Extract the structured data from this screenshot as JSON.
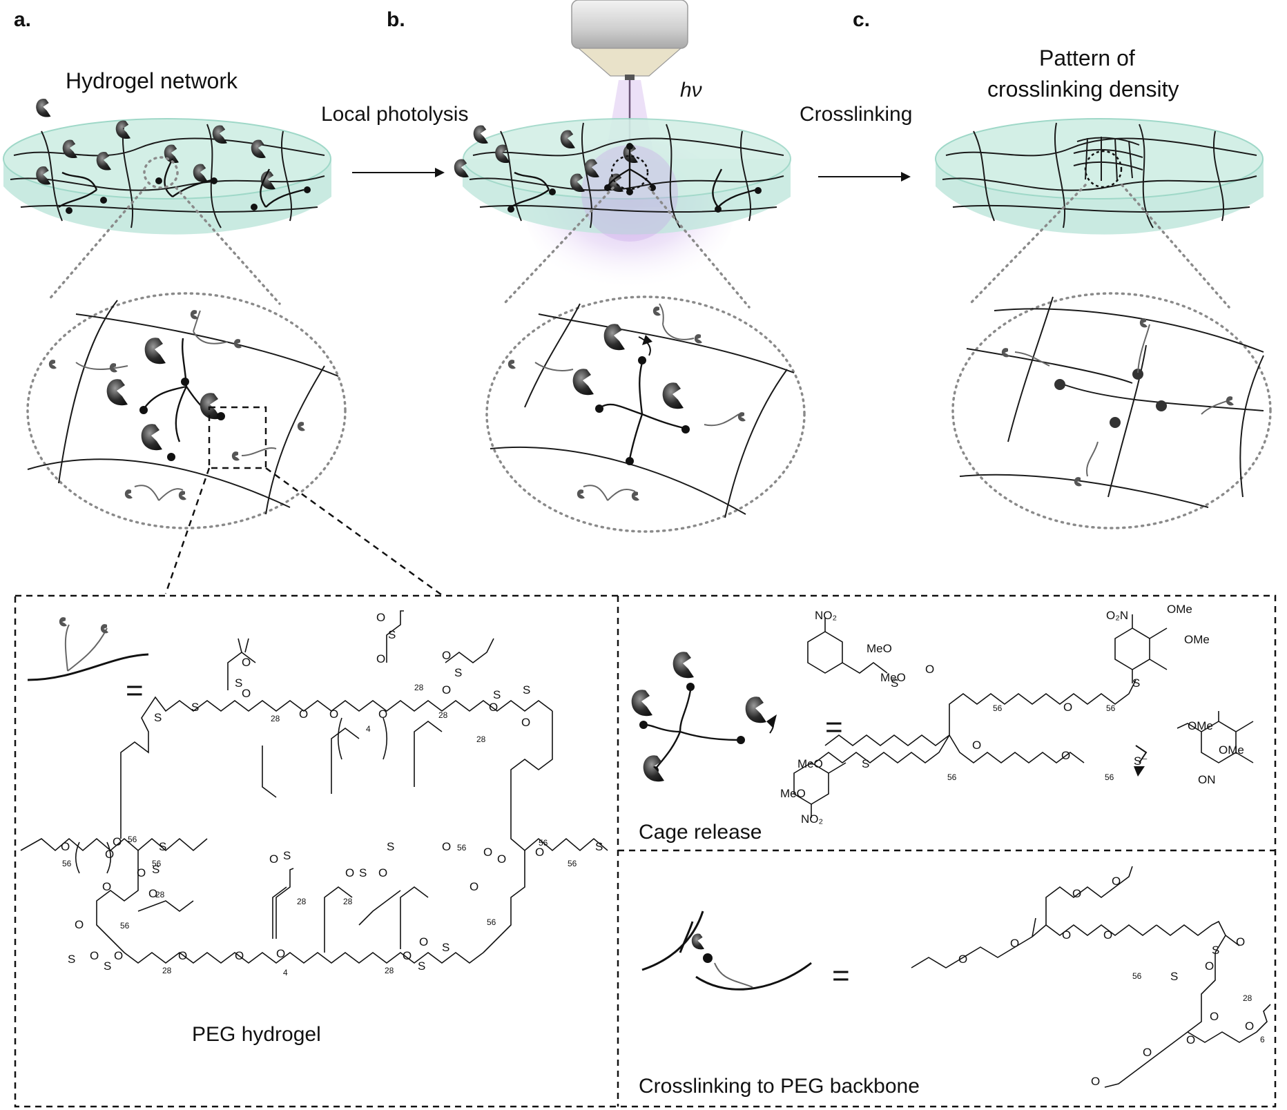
{
  "panels": {
    "a": {
      "letter": "a.",
      "title": "Hydrogel network"
    },
    "b": {
      "letter": "b.",
      "step": "Local photolysis",
      "light": "hν"
    },
    "c": {
      "letter": "c.",
      "step": "Crosslinking",
      "title_line1": "Pattern of",
      "title_line2": "crosslinking density"
    }
  },
  "boxes": {
    "peg": {
      "caption": "PEG hydrogel",
      "equals": "="
    },
    "cage": {
      "caption": "Cage release",
      "equals": "="
    },
    "crosslink": {
      "caption": "Crosslinking to PEG backbone",
      "equals": "="
    }
  },
  "chem_labels": {
    "no2": "NO₂",
    "o2n": "O₂N",
    "meo": "MeO",
    "ome": "OMe",
    "on": "ON",
    "s": "S",
    "o": "O",
    "s_minus": "S⁻",
    "n56": "56",
    "n28": "28",
    "n4": "4",
    "n6": "6"
  },
  "colors": {
    "gel_fill": "#bfe6dc",
    "gel_edge": "#9fd8c8",
    "light_glow": "#c9a6e8",
    "dotted": "#8a8a8a"
  }
}
